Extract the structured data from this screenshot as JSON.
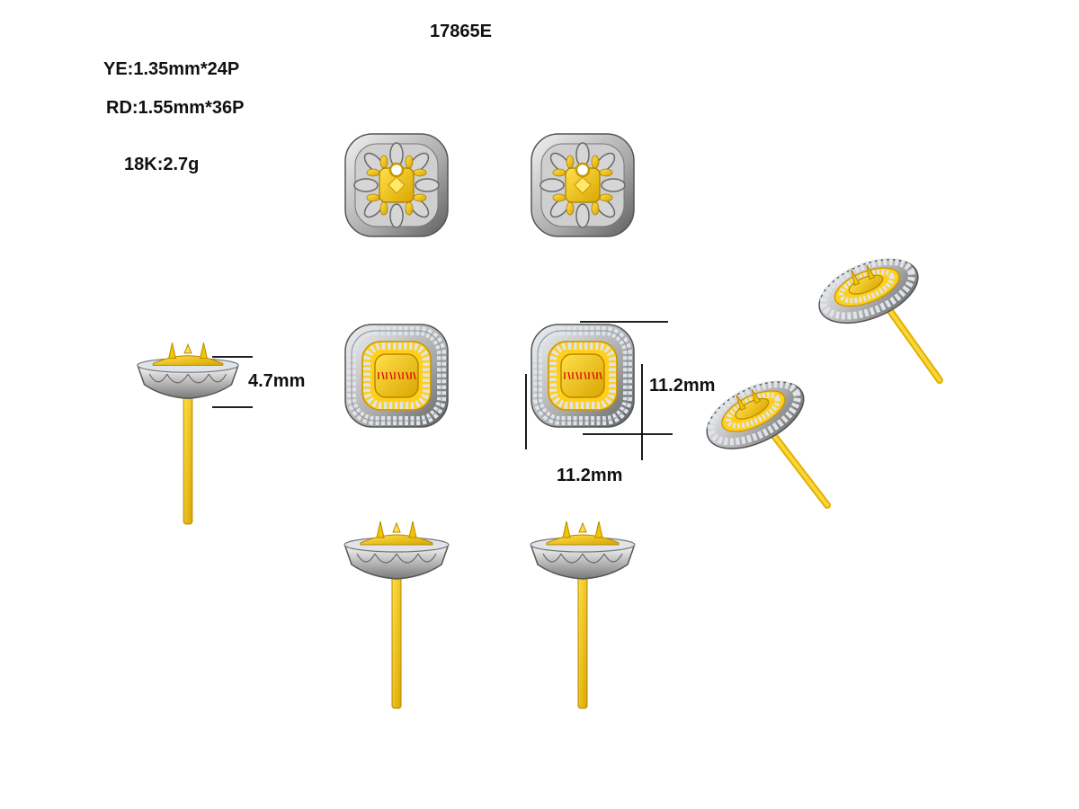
{
  "title": "17865E",
  "specs": {
    "yellow_stones": "YE:1.35mm*24P",
    "round_stones": "RD:1.55mm*36P",
    "metal": "18K:2.7g"
  },
  "dimensions": {
    "height": "4.7mm",
    "width": "11.2mm",
    "depth": "11.2mm"
  },
  "colors": {
    "gold": "#f5c400",
    "gold_dark": "#c99500",
    "metal_light": "#e6e6e6",
    "metal_dark": "#6e6e6e",
    "diamond": "#dfe4ea",
    "engraving": "#d80000"
  }
}
